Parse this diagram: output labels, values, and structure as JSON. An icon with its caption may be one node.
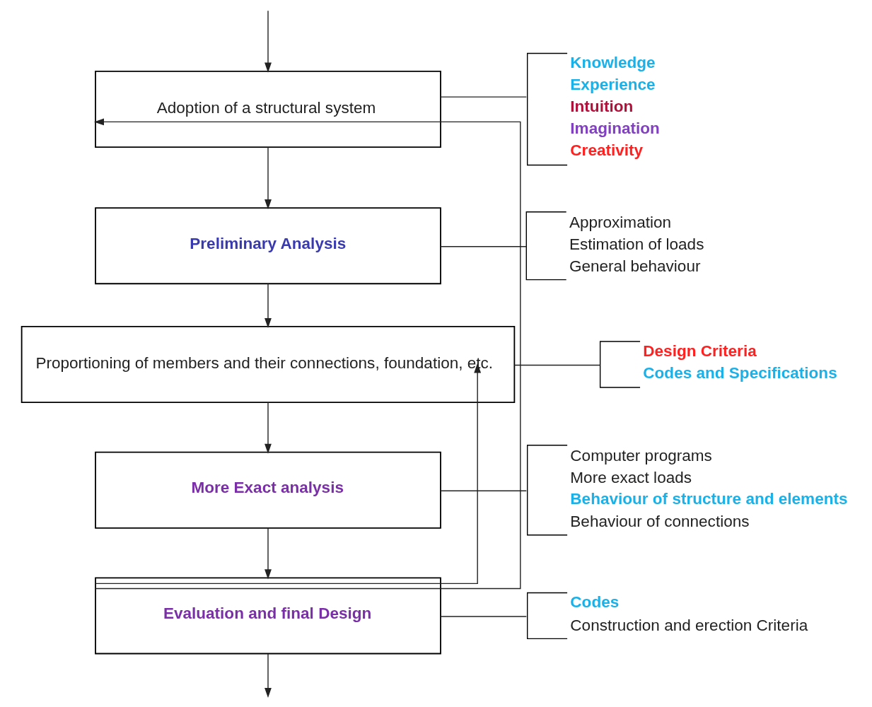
{
  "diagram": {
    "nodes": [
      {
        "text": [
          "Adoption of a structural system"
        ]
      },
      {
        "text": [
          "Preliminary Analysis"
        ]
      },
      {
        "text": [
          "Proportioning of members and their connections, foundation, etc."
        ]
      },
      {
        "text": [
          "More Exact analysis"
        ]
      },
      {
        "text": [
          "Evaluation and final Design"
        ]
      },
      {
        "text": [
          "Knowledge",
          "Experience",
          "Intuition",
          "Imagination",
          "Creativity"
        ]
      },
      {
        "text": [
          "Approximation",
          "Estimation of loads",
          "General behaviour"
        ]
      },
      {
        "text": [
          "Design Criteria",
          "Codes and Specifications"
        ]
      },
      {
        "text": [
          "Computer programs",
          "More exact loads",
          "Behaviour of structure and elements",
          "Behaviour of connections"
        ]
      },
      {
        "text": [
          "Codes",
          "Construction and erection Criteria"
        ]
      }
    ],
    "edges": [
      {
        "from": null,
        "to": 0,
        "arrow": "to"
      },
      {
        "from": 0,
        "to": 1,
        "arrow": "to"
      },
      {
        "from": 1,
        "to": 2,
        "arrow": "to"
      },
      {
        "from": 2,
        "to": 3,
        "arrow": "to"
      },
      {
        "from": 3,
        "to": 4,
        "arrow": "to"
      },
      {
        "from": 4,
        "to": null,
        "arrow": "to"
      },
      {
        "from": 4,
        "to": 0,
        "arrow": "to"
      },
      {
        "from": 4,
        "to": 2,
        "arrow": "to"
      },
      {
        "from": 0,
        "to": 5,
        "arrow": "none"
      },
      {
        "from": 1,
        "to": 6,
        "arrow": "none"
      },
      {
        "from": 2,
        "to": 7,
        "arrow": "none"
      },
      {
        "from": 3,
        "to": 8,
        "arrow": "none"
      },
      {
        "from": 4,
        "to": 9,
        "arrow": "none"
      }
    ]
  }
}
